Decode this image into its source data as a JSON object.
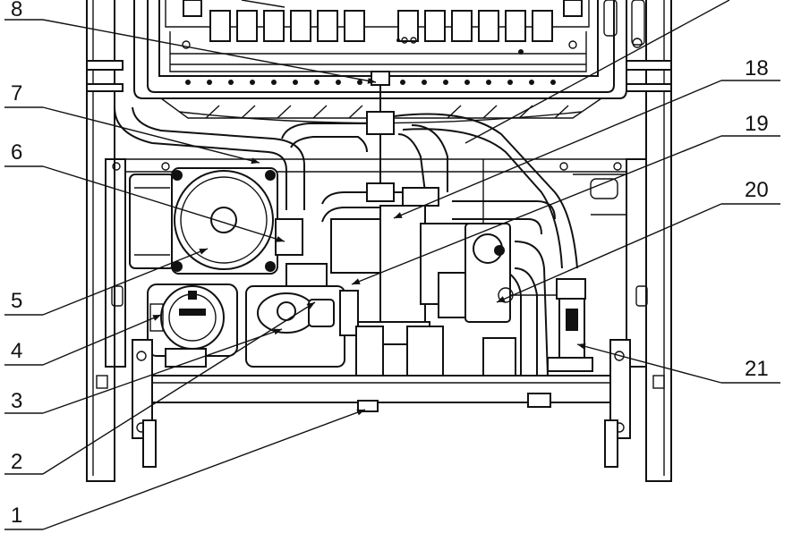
{
  "callouts": [
    {
      "number": "8"
    },
    {
      "number": "7"
    },
    {
      "number": "6"
    },
    {
      "number": "5"
    },
    {
      "number": "4"
    },
    {
      "number": "3"
    },
    {
      "number": "2"
    },
    {
      "number": "1"
    },
    {
      "number": "18"
    },
    {
      "number": "19"
    },
    {
      "number": "20"
    },
    {
      "number": "21"
    }
  ],
  "colors": {
    "line": "#111111",
    "background": "#ffffff"
  }
}
